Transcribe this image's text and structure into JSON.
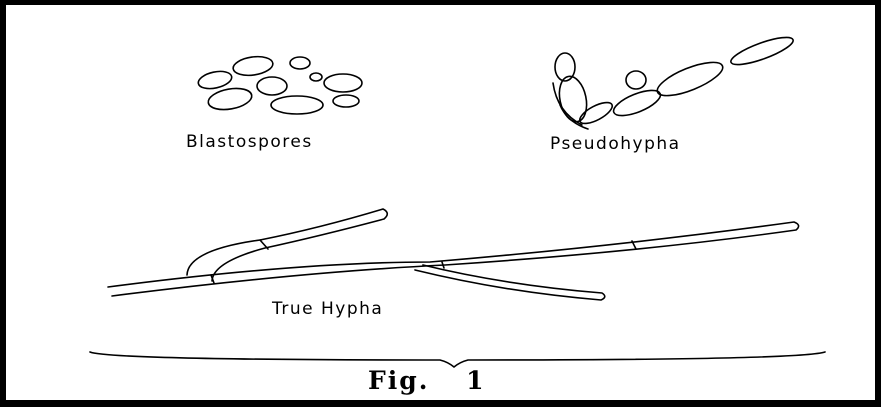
{
  "labels": {
    "blastospores": "Blastospores",
    "pseudohypha": "Pseudohypha",
    "true_hypha": "True Hypha"
  },
  "caption": {
    "fig": "Fig.",
    "number": "1"
  },
  "colors": {
    "ink": "#000000",
    "paper": "#ffffff"
  }
}
